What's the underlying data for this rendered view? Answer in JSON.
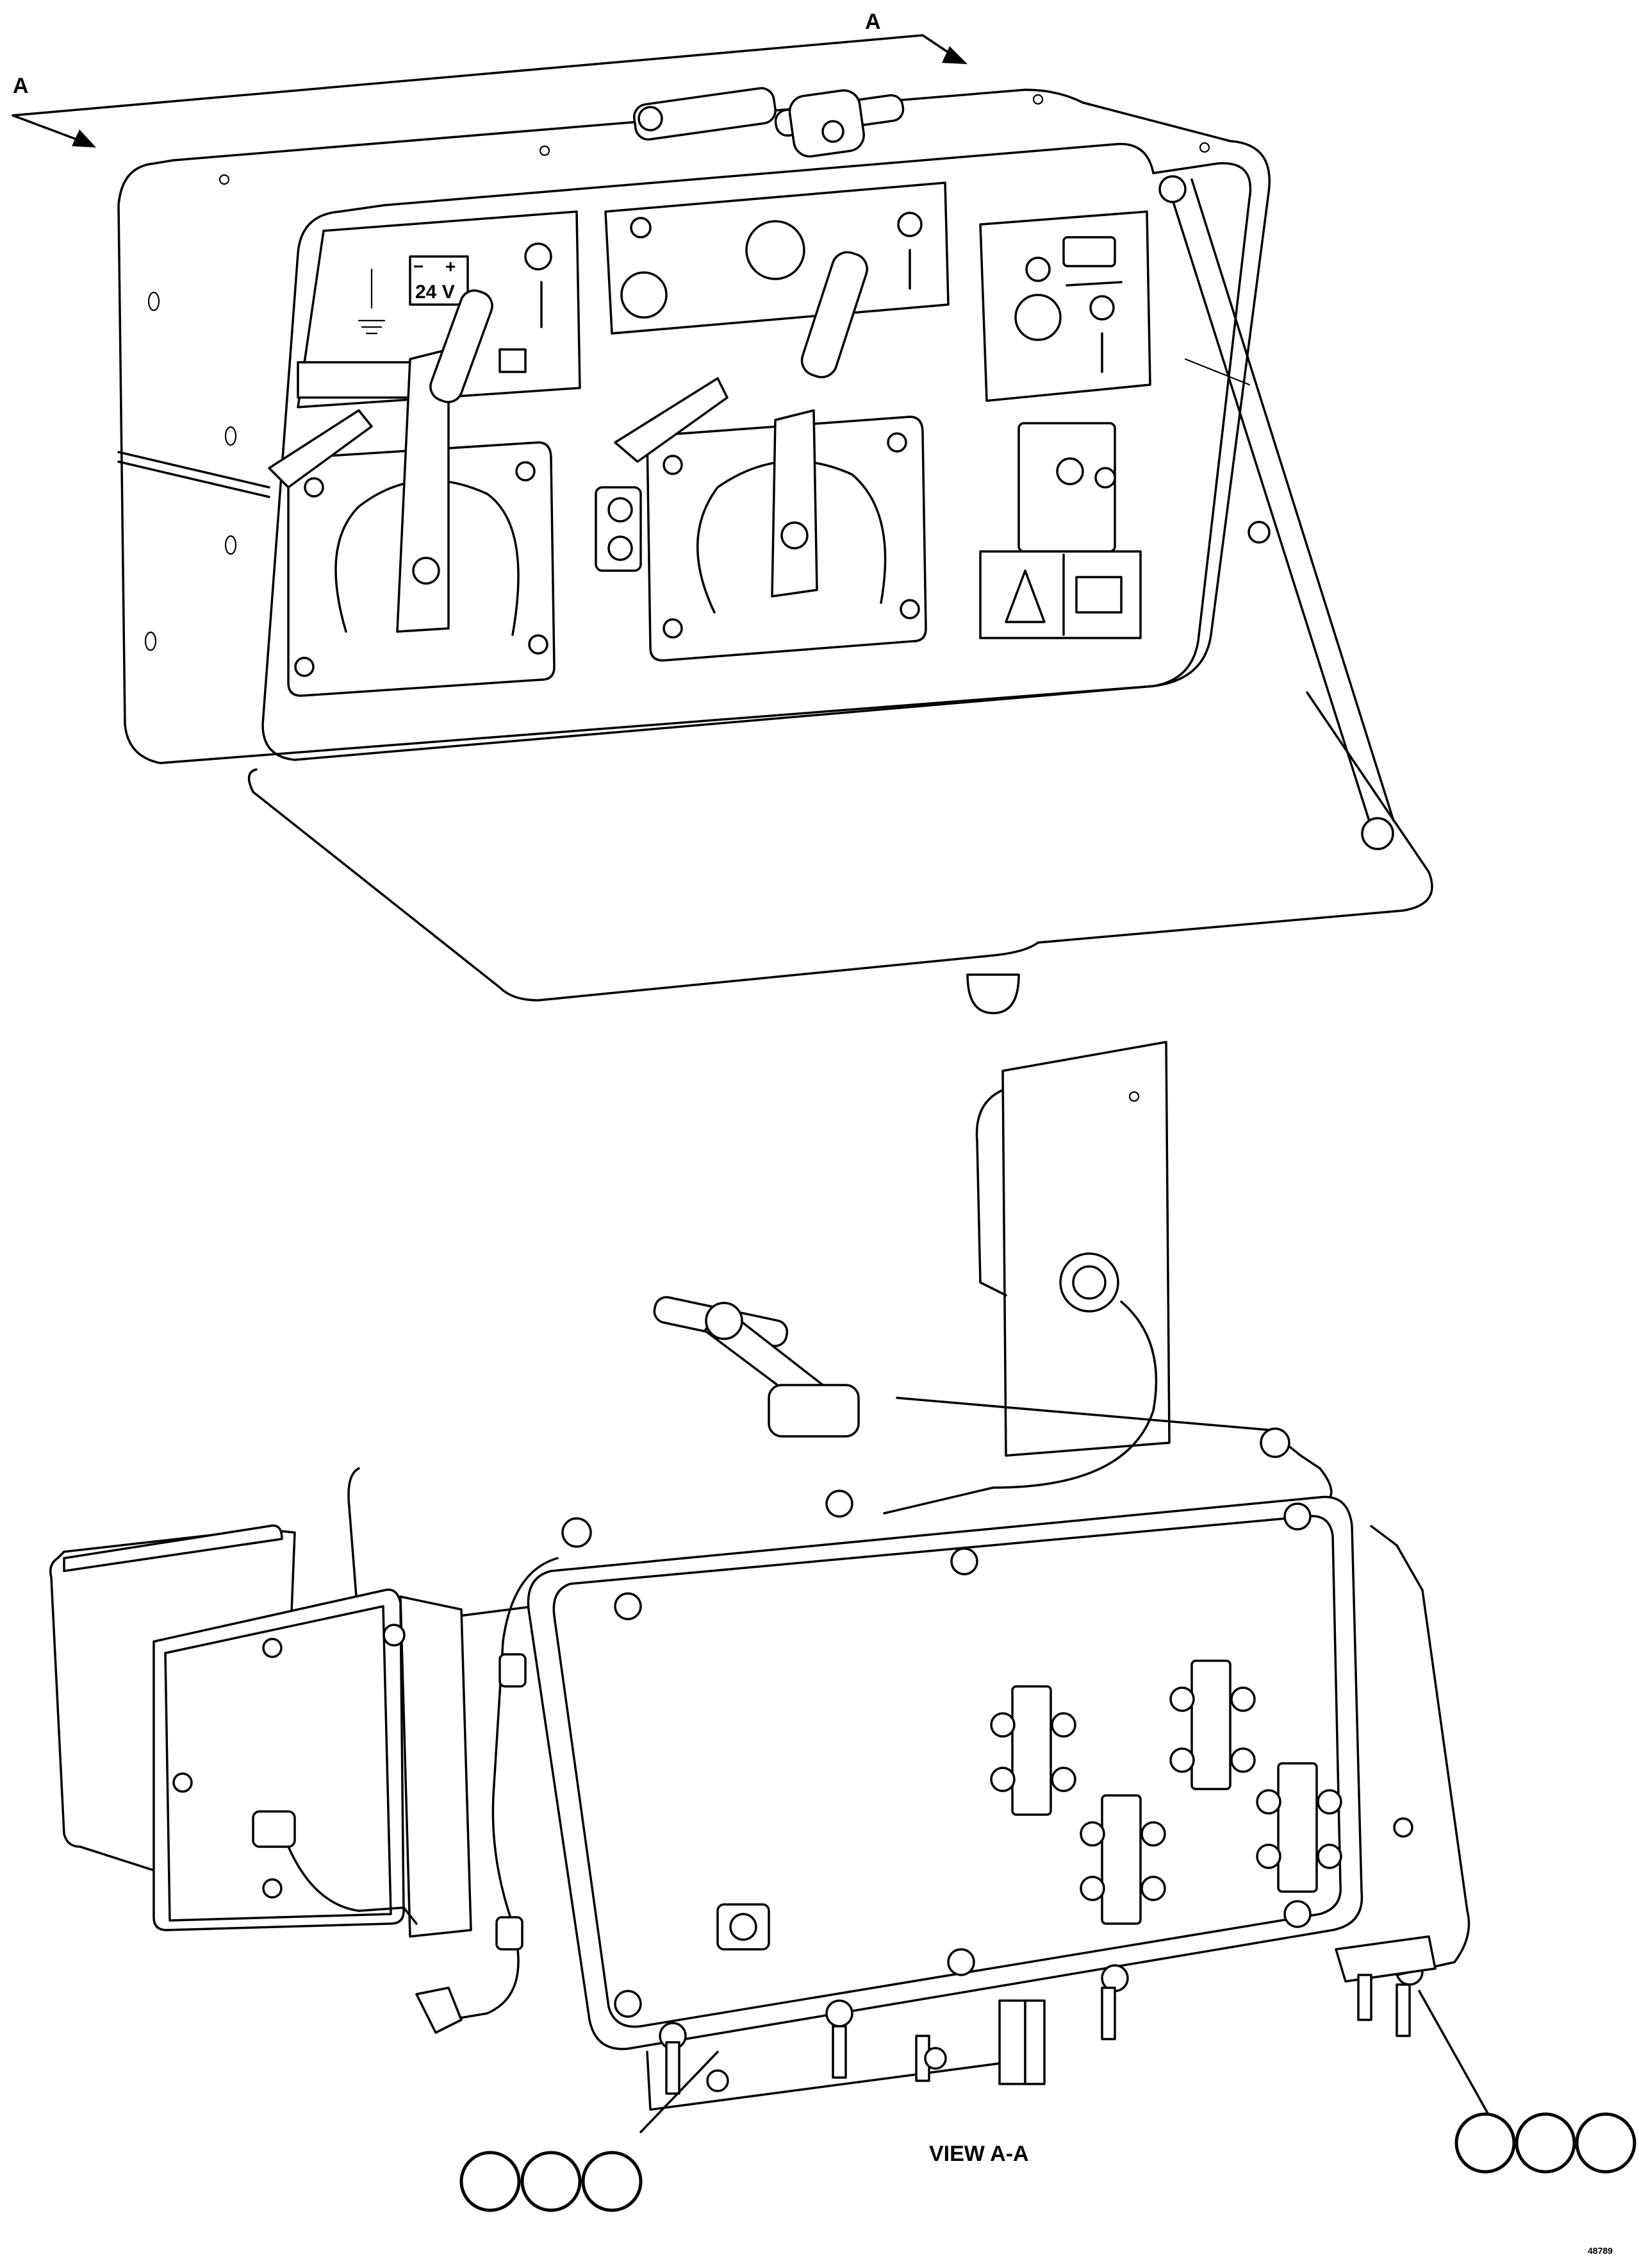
{
  "section_marker": "A",
  "view_title": "VIEW A-A",
  "decals": {
    "voltage": "24 V",
    "polarity_minus": "−",
    "polarity_plus": "+"
  },
  "callouts": {
    "lower_left": [
      "",
      "",
      ""
    ],
    "lower_right": [
      "",
      "",
      ""
    ]
  },
  "drawing_number": "48789"
}
